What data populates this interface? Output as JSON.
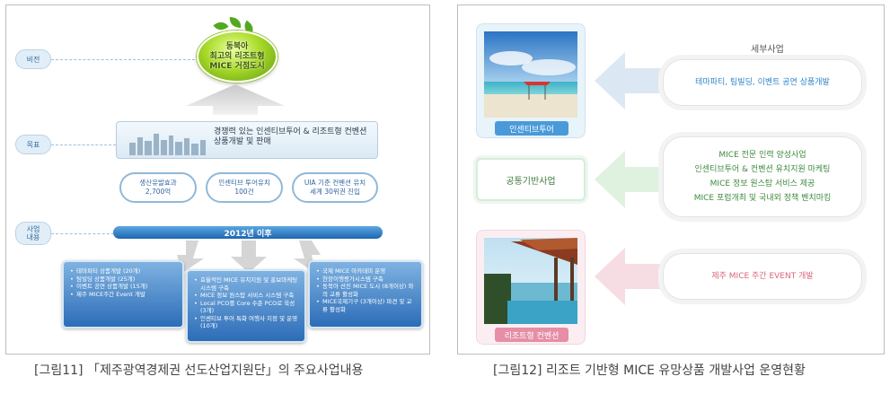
{
  "figure11": {
    "labels": {
      "vision": "비전",
      "goal": "목표",
      "business_line1": "사업",
      "business_line2": "내용"
    },
    "vision_lines": [
      "동북아",
      "최고의 리조트형",
      "MICE 거점도시"
    ],
    "goal_lines": [
      "경쟁력 있는 인센티브투어 & 리조트형 컨벤션",
      "상품개발 및 판매"
    ],
    "goal_items": [
      {
        "line1": "생산유발효과",
        "line2": "2,700억"
      },
      {
        "line1": "인센티브 투어유치",
        "line2": "100건"
      },
      {
        "line1": "UIA 기준 컨벤션 유치",
        "line2": "세계 30위권 진입"
      }
    ],
    "period": "2012년 이후",
    "business_boxes": [
      {
        "items": [
          "테마파티 상품개발 (20개)",
          "팀빌딩 상품개발 (25개)",
          "이벤트 공연 상품개발 (15개)",
          "제주 MICE주간 Event 개발"
        ]
      },
      {
        "items": [
          "효율적인 MICE 유치지원 및 홍보마케팅 시스템 구축",
          "MICE 정보 원스탑 서비스 시스템 구축",
          "Local PCO를 Core 수준 PCO로 육성 (3개)",
          "인센티브 투어 특화 여행사 지정 및 운영 (10개)"
        ]
      },
      {
        "items": [
          "국제 MICE 아카데미 운영",
          "현장이행평가시스템 구축",
          "동북아 선진 MICE 도시 (8개이상) 와의 교류 활성화",
          "MICE국제기구 (3개이상) 파견 및 교류 활성화"
        ]
      }
    ],
    "caption": "[그림11] 「제주광역경제권 선도산업지원단」의 주요사업내용"
  },
  "figure12": {
    "photo1_label": "인센티브투어",
    "common_label": "공통기반사업",
    "photo2_label": "리조트형 컨벤션",
    "detail_title": "세부사업",
    "detail_boxes": [
      {
        "lines": [
          "테마파티, 팀빌딩, 이벤트 공연 상품개발"
        ],
        "color": "#2f86c9"
      },
      {
        "lines": [
          "MICE 전문 인력 양성사업",
          "인센티브투어 & 컨벤션 유치지원 마케팅",
          "MICE 정보 원스탑 서비스 제공",
          "MICE 포럼개최 및 국내외 정책 벤치마킹"
        ],
        "color": "#3f8a3f"
      },
      {
        "lines": [
          "제주 MICE 주간 EVENT 개발"
        ],
        "color": "#d9667a"
      }
    ],
    "caption": "[그림12] 리조트 기반형 MICE 유망상품 개발사업 운영현황"
  },
  "colors": {
    "blue_accent": "#1f66b0",
    "arrow_blue": "#dbe8f3",
    "arrow_green": "#dff1df",
    "arrow_pink": "#f6dce3",
    "label_blue": "#4a9ad9",
    "label_pink": "#e58ea6"
  }
}
